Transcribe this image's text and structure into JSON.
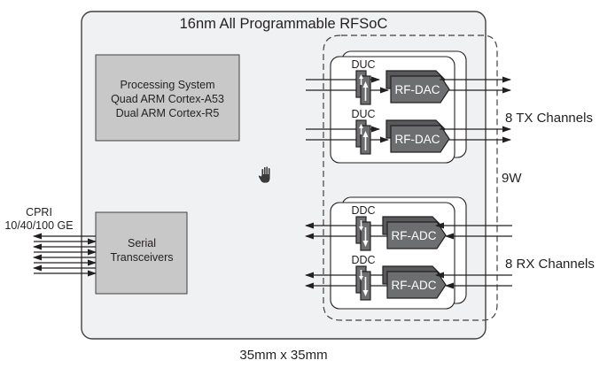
{
  "chip": {
    "title": "16nm All Programmable RFSoC",
    "size_label": "35mm x 35mm",
    "power_label": "9W"
  },
  "processing_system": {
    "lines": [
      "Processing System",
      "Quad ARM Cortex-A53",
      "Dual ARM Cortex-R5"
    ]
  },
  "serial": {
    "lines": [
      "Serial",
      "Transceivers"
    ],
    "interface_lines": [
      "CPRI",
      "10/40/100 GE"
    ]
  },
  "tx": {
    "channels_label": "8 TX Channels",
    "converter_label": "RF-DAC",
    "dsp_label": "DUC"
  },
  "rx": {
    "channels_label": "8 RX Channels",
    "converter_label": "RF-ADC",
    "dsp_label": "DDC"
  },
  "cursor": {
    "icon": "hand-cursor-icon"
  },
  "colors": {
    "chip_fill": "#f0f1f3",
    "block_fill": "#c8c8c9",
    "converter_fill": "#6d6e70",
    "converter_back_fill": "#58595b",
    "outline": "#231f20"
  }
}
